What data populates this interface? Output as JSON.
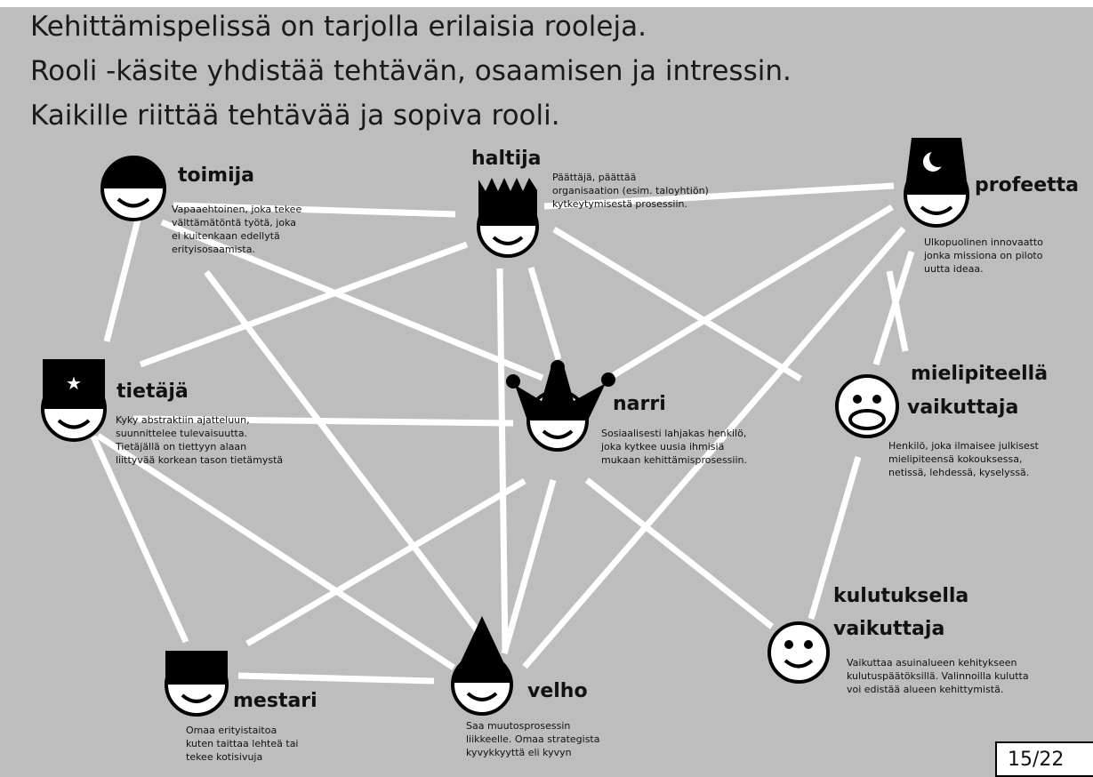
{
  "title_lines": [
    "Kehittämispelissä on tarjolla erilaisia rooleja.",
    "Rooli -käsite yhdistää tehtävän, osaamisen ja intressin.",
    "Kaikille riittää tehtävää ja sopiva rooli."
  ],
  "roles": {
    "toimija": {
      "name": "toimija",
      "description": "Vapaaehtoinen, joka tekee\nvälttämätöntä työtä, joka\nei kuitenkaan edellytä\nerityisosaamista."
    },
    "haltija": {
      "name": "haltija",
      "description": "Päättäjä, päättää\norganisaation (esim. taloyhtiön)\nkytkeytymisestä prosessiin."
    },
    "profeetta": {
      "name": "profeetta",
      "description": "Ulkopuolinen innovaatto\njonka missiona on piloto\nuutta ideaa."
    },
    "tietaja": {
      "name": "tietäjä",
      "description": "Kyky abstraktiin ajatteluun,\nsuunnittelee tulevaisuutta.\nTietäjällä on tiettyyn alaan\nliittyvää korkean tason tietämystä"
    },
    "narri": {
      "name": "narri",
      "description": "Sosiaalisesti lahjakas henkilö,\njoka kytkee uusia ihmisiä\nmukaan kehittämisprosessiin."
    },
    "mielipiteella": {
      "name_line1": "mielipiteellä",
      "name_line2": "vaikuttaja",
      "description": "Henkilö, joka ilmaisee julkisest\nmielipiteensä kokouksessa,\nnetissä, lehdessä, kyselyssä."
    },
    "kulutuksella": {
      "name_line1": "kulutuksella",
      "name_line2": "vaikuttaja",
      "description": "Vaikuttaa asuinalueen kehitykseen\nkulutuspäätöksillä. Valinnoilla kulutta\nvoi edistää alueen kehittymistä."
    },
    "mestari": {
      "name": "mestari",
      "description": "Omaa erityistaitoa\nkuten taittaa lehteä tai\ntekee kotisivuja"
    },
    "velho": {
      "name": "velho",
      "description": "Saa muutosprosessin\nliikkeelle. Omaa strategista\nkyvykkyyttä eli kyvyn"
    }
  },
  "page_number": "15/22",
  "colors": {
    "background": "#bdbdbd",
    "connector": "#ffffff",
    "icon_fill": "#000000",
    "face": "#ffffff"
  },
  "icons": {
    "toimija": "half-black-cap-face-icon",
    "haltija": "spiky-crown-face-icon",
    "profeetta": "crescent-moon-hat-face-icon",
    "tietaja": "star-hat-face-icon",
    "narri": "jester-hat-face-icon",
    "mielipiteella": "open-mouth-face-icon",
    "kulutuksella": "smiley-face-icon",
    "mestari": "flat-cap-face-icon",
    "velho": "cone-hat-face-icon"
  }
}
